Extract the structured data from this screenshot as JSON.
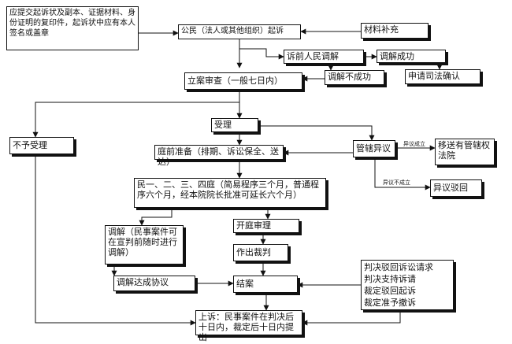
{
  "nodes": {
    "note": "应提交起诉状及副本、证据材料、身份证明的复印件，起诉状中应有本人签名或盖章",
    "plaintiff_sue": "公民（法人或其他组织）起诉",
    "supplement": "材料补充",
    "pre_mediation": "诉前人民调解",
    "mediation_success": "调解成功",
    "judicial_confirm": "申请司法确认",
    "mediation_fail": "调解不成功",
    "filing_review": "立案审查（一般七日内）",
    "accept": "受理",
    "reject": "不予受理",
    "jurisdiction_objection": "管辖异议",
    "transfer": "移送有管辖权法院",
    "objection_rejected": "异议驳回",
    "pretrial": "庭前准备（排期、诉讼保全、送达）",
    "courts": "民一、二、三、四庭（简易程序三个月，普通程序六个月，经本院院长批准可延长六个月）",
    "mediation_court": "调解（民事案件可在宣判前随时进行调解）",
    "trial": "开庭审理",
    "judgment": "作出裁判",
    "mediation_agreement": "调解达成协议",
    "conclude": "结案",
    "rulings": "判决驳回诉讼请求\n判决支持诉请\n裁定驳回起诉\n裁定准予撤诉",
    "appeal": "上诉：民事案件在判决后十日内，裁定后十日内提出"
  },
  "edge_labels": {
    "objection_valid": "异议成立",
    "objection_invalid": "异议不成立"
  }
}
